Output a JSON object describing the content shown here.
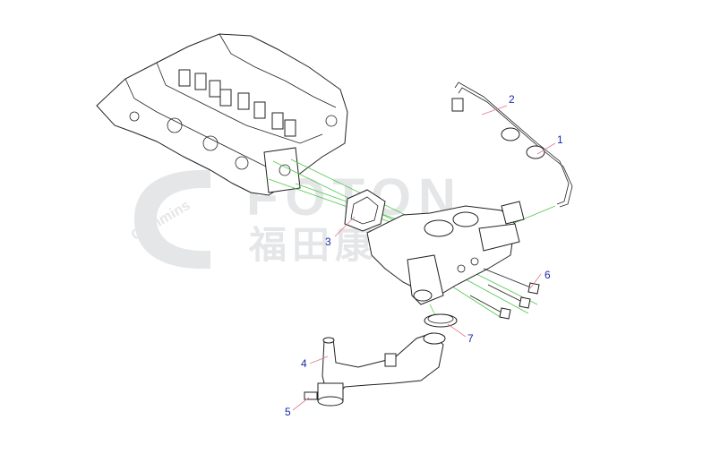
{
  "watermark": {
    "brand_left": "Cummins",
    "brand_right": "FOTON",
    "brand_cn": "福田康明斯"
  },
  "callouts": [
    {
      "id": "1",
      "label": "1"
    },
    {
      "id": "2",
      "label": "2"
    },
    {
      "id": "3",
      "label": "3"
    },
    {
      "id": "4",
      "label": "4"
    },
    {
      "id": "5",
      "label": "5"
    },
    {
      "id": "6",
      "label": "6"
    },
    {
      "id": "7",
      "label": "7"
    }
  ],
  "colors": {
    "callout_text": "#1a2aa8",
    "leader_line": "#e07a8a",
    "assembly_line": "#4fc84f",
    "watermark": "#e4e6e8"
  }
}
